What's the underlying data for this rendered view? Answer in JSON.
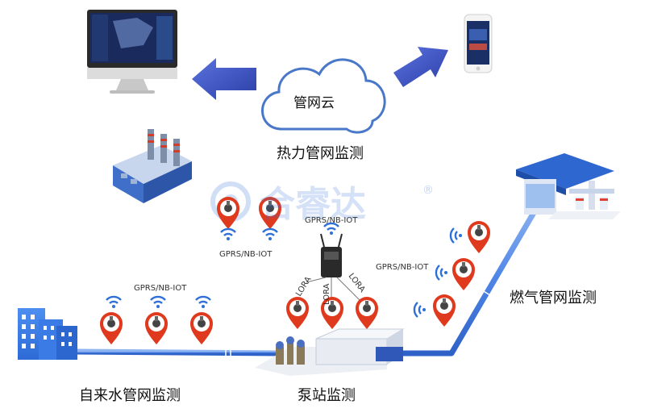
{
  "cloud_label": "管网云",
  "sections": {
    "heat": "热力管网监测",
    "gas": "燃气管网监测",
    "water": "自来水管网监测",
    "pump": "泵站监测"
  },
  "comm": {
    "heat": "GPRS/NB-IOT",
    "gateway": "GPRS/NB-IOT",
    "gas": "GPRS/NB-IOT",
    "water": "GPRS/NB-IOT",
    "lora": "LORA"
  },
  "watermark": {
    "text": "合睿达",
    "mark": "®"
  },
  "colors": {
    "pipe": "#4f86e6",
    "arrow": "#3b52c4",
    "pin": "#e03a1e",
    "wifi": "#2f6fd8",
    "cloud_stroke": "#4a78c8"
  },
  "icons": [
    "monitor-icon",
    "phone-icon",
    "cloud-icon",
    "factory-icon",
    "gas-station-icon",
    "city-icon",
    "pump-station-icon",
    "gateway-icon",
    "sensor-pin-icon",
    "wifi-icon"
  ]
}
